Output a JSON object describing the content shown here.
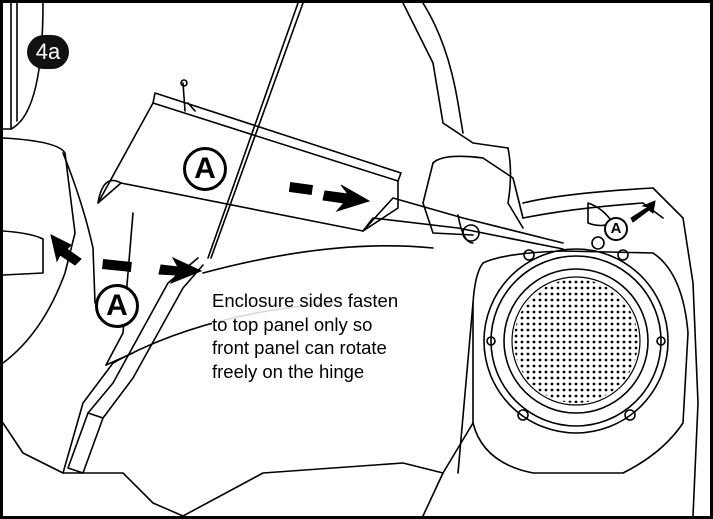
{
  "diagram": {
    "step_label": "4a",
    "part_callout": "A",
    "note_text": "Enclosure sides fasten to top panel only so front panel can rotate freely on the hinge",
    "colors": {
      "line": "#000000",
      "background": "#ffffff",
      "badge": "#111111"
    }
  }
}
